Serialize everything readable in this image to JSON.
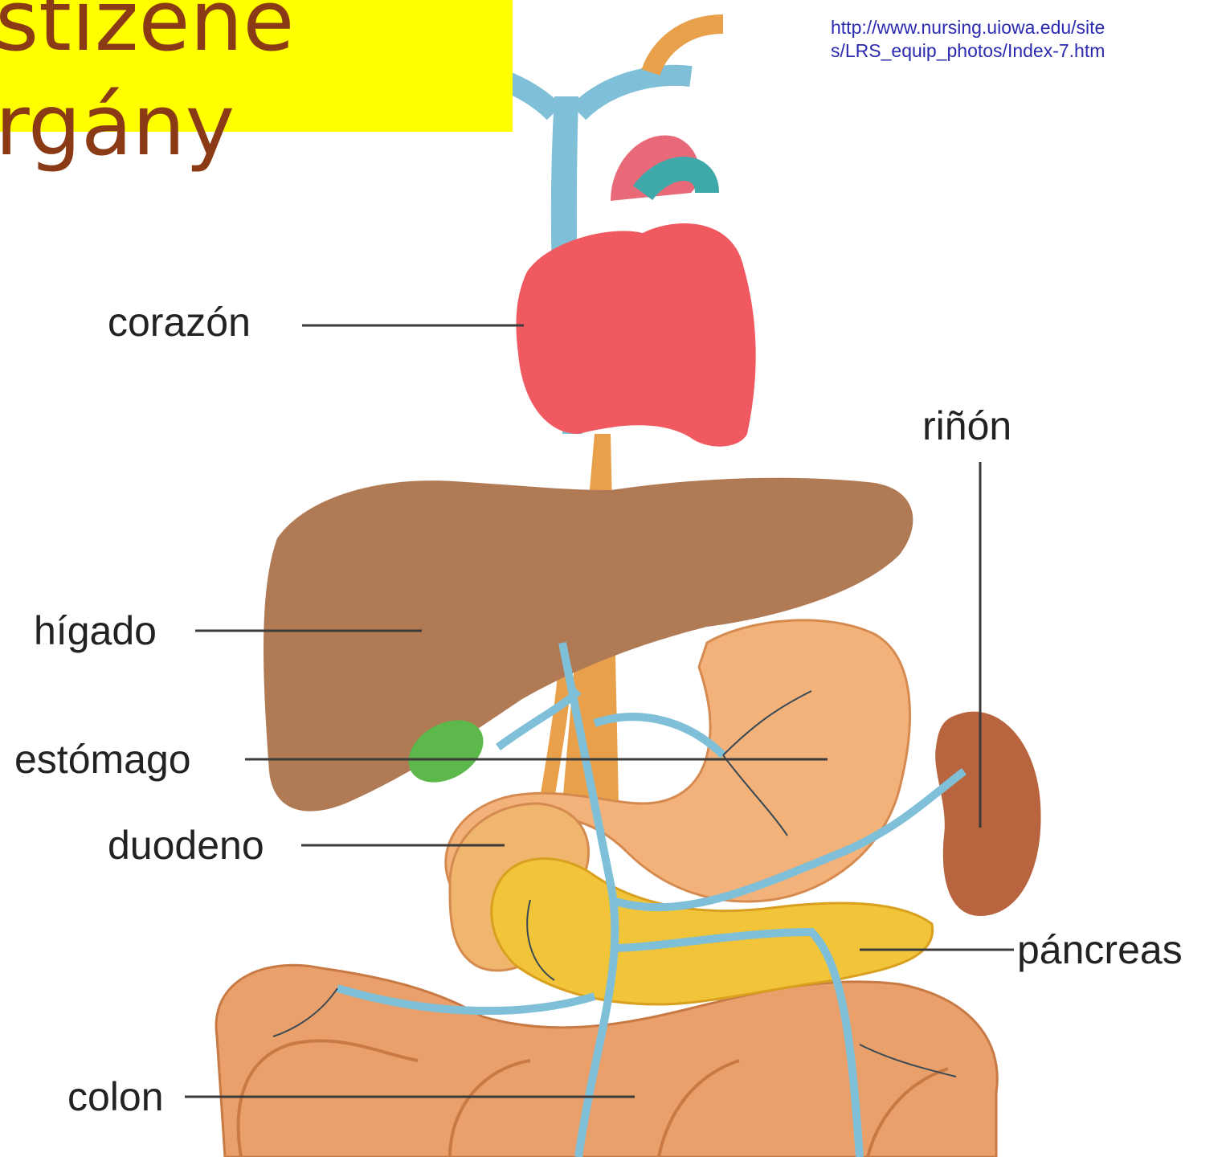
{
  "title": {
    "line1": "stizene",
    "line2": "rgány"
  },
  "source": {
    "line1": "http://www.nursing.uiowa.edu/site",
    "line2": "s/LRS_equip_photos/Index-7.htm"
  },
  "labels": {
    "corazon": "corazón",
    "rinon": "riñón",
    "higado": "hígado",
    "estomago": "estómago",
    "duodeno": "duodeno",
    "pancreas": "páncreas",
    "colon": "colon"
  },
  "colors": {
    "title_bg": "#ffff00",
    "title_text": "#8b3a16",
    "source_text": "#2b2bb0",
    "heart": "#f0595f",
    "liver": "#b07a55",
    "stomach": "#f2b27a",
    "pancreas": "#f1c43a",
    "kidney": "#b8643e",
    "colon": "#e9a06a",
    "vessel": "#7fc0d8",
    "gallbladder": "#5cb84a"
  }
}
